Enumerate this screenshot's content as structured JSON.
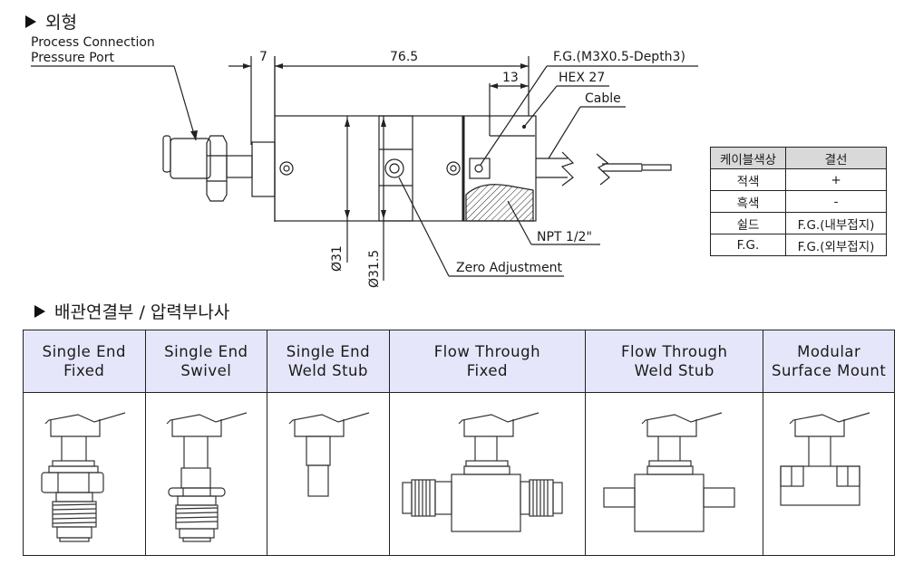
{
  "outline": {
    "title": "외형",
    "labels": {
      "process_connection_line1": "Process Connection",
      "process_connection_line2": "Pressure Port",
      "fg": "F.G.(M3X0.5-Depth3)",
      "hex": "HEX 27",
      "cable": "Cable",
      "npt": "NPT 1/2\"",
      "zero": "Zero Adjustment"
    },
    "dimensions": {
      "flange": "7",
      "length": "76.5",
      "hex_length": "13",
      "dia_body": "Ø31",
      "dia_ring": "Ø31.5"
    }
  },
  "wiring_table": {
    "headers": [
      "케이블색상",
      "결선"
    ],
    "rows": [
      [
        "적색",
        "+"
      ],
      [
        "흑색",
        "-"
      ],
      [
        "쉴드",
        "F.G.(내부접지)"
      ],
      [
        "F.G.",
        "F.G.(외부접지)"
      ]
    ]
  },
  "connection": {
    "title": "배관연결부 / 압력부나사",
    "columns": [
      {
        "line1": "Single End",
        "line2": "Fixed",
        "icon": "single-end-fixed"
      },
      {
        "line1": "Single End",
        "line2": "Swivel",
        "icon": "single-end-swivel"
      },
      {
        "line1": "Single End",
        "line2": "Weld Stub",
        "icon": "single-end-weld-stub"
      },
      {
        "line1": "Flow Through",
        "line2": "Fixed",
        "icon": "flow-through-fixed"
      },
      {
        "line1": "Flow Through",
        "line2": "Weld Stub",
        "icon": "flow-through-weld-stub"
      },
      {
        "line1": "Modular",
        "line2": "Surface Mount",
        "icon": "modular-surface-mount"
      }
    ],
    "header_bg": "#e6e6fa"
  }
}
